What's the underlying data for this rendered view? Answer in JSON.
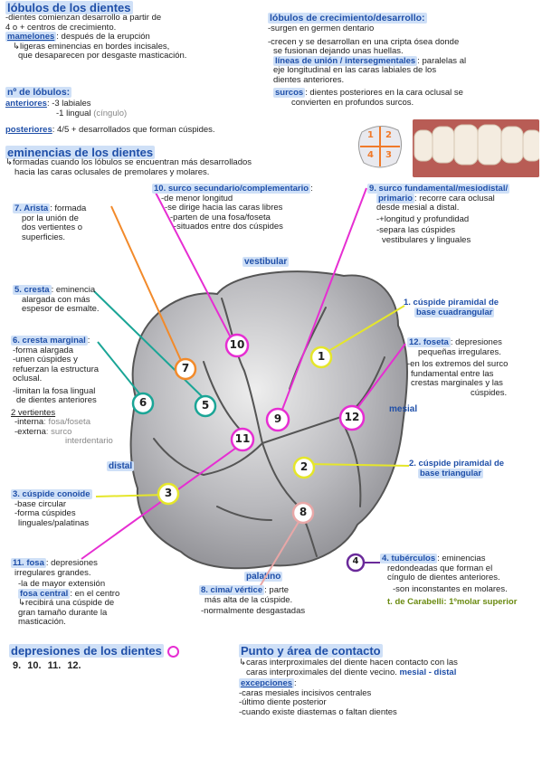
{
  "lobulos": {
    "title": "lóbulos de los dientes",
    "l1": "-dientes comienzan desarrollo a partir de",
    "l2": "4 o + centros de crecimiento.",
    "mamelones_label": "mamelones",
    "mamelones_text": ": después de la erupción",
    "l4": "ligeras eminencias en bordes incisales,",
    "l5": "que desaparecen por desgaste masticación."
  },
  "n_lobulos": {
    "title": "nº de lóbulos:",
    "anteriores_label": "anteriores",
    "a1": "-3 labiales",
    "a2": "-1 lingual",
    "a2b": "(cíngulo)",
    "posteriores_label": "posteriores",
    "posteriores_text": ": 4/5 + desarrollados que forman cúspides."
  },
  "crecimiento": {
    "title": "lóbulos de crecimiento/desarrollo:",
    "l1": "-surgen en germen dentario",
    "l2": "-crecen y se desarrollan en una cripta ósea donde",
    "l3": "se fusionan dejando unas huellas.",
    "lineas_label": "líneas de unión / intersegmentales",
    "lineas_text": ": paralelas al",
    "l5": "eje longitudinal en las caras labiales de los",
    "l6": "dientes anteriores.",
    "surcos_label": "surcos",
    "surcos_text": ": dientes posteriores en la cara oclusal se",
    "l8": "convierten en profundos surcos."
  },
  "eminencias": {
    "title": "eminencias de los dientes",
    "l1": "formadas cuando los lóbulos se encuentran más desarrollados",
    "l2": "hacia las caras oclusales de premolares y molares."
  },
  "items": {
    "i7_label": "7. Arista",
    "i7_text": ": formada",
    "i7_l2": "por la unión de",
    "i7_l3": "dos vertientes o",
    "i7_l4": "superficies.",
    "i10_label": "10. surco secundario/complementario",
    "i10_l1": "-de menor longitud",
    "i10_l2": "-se dirige hacia las caras libres",
    "i10_l3": "-parten de una fosa/foseta",
    "i10_l4": "-situados entre dos cúspides",
    "i9_label": "9. surco fundamental/mesiodistal/",
    "i9_label2": "primario",
    "i9_text": ": recorre cara oclusal",
    "i9_l2": "desde mesial a distal.",
    "i9_l3": "-+longitud y profundidad",
    "i9_l4": "-separa las cúspides",
    "i9_l5": "vestibulares y linguales",
    "i5_label": "5. cresta",
    "i5_text": ": eminencia",
    "i5_l2": "alargada con más",
    "i5_l3": "espesor de esmalte.",
    "i6_label": "6. cresta marginal",
    "i6_l1": "-forma alargada",
    "i6_l2": "-unen cúspides y",
    "i6_l3": "refuerzan la estructura",
    "i6_l4": "oclusal.",
    "i6_l5": "-limitan la fosa lingual",
    "i6_l6": "de dientes anteriores",
    "i6_v": "2 vertientes",
    "i6_int": "-interna",
    "i6_int2": ": fosa/foseta",
    "i6_ext": "-externa",
    "i6_ext2": ": surco",
    "i6_ext3": "interdentario",
    "i1_label": "1. cúspide piramidal de",
    "i1_l2": "base cuadrangular",
    "i12_label": "12. foseta",
    "i12_text": ": depresiones",
    "i12_l2": "pequeñas irregulares.",
    "i12_l3": "-en los extremos del surco",
    "i12_l4": "fundamental entre las",
    "i12_l5": "crestas marginales y las",
    "i12_l6": "cúspides.",
    "i2_label": "2. cúspide piramidal de",
    "i2_l2": "base triangular",
    "i3_label": "3. cúspide conoide",
    "i3_l1": "-base circular",
    "i3_l2": "-forma cúspides",
    "i3_l3": "linguales/palatinas",
    "i11_label": "11. fosa",
    "i11_text": ": depresiones",
    "i11_l2": "irregulares grandes.",
    "i11_l3": "-la de mayor extensión",
    "i11_fc": "fosa central",
    "i11_fc2": ": en el centro",
    "i11_l5": "recibirá una cúspide de",
    "i11_l6": "gran tamaño durante la",
    "i11_l7": "masticación.",
    "i8_label": "8. cima/ vértice",
    "i8_text": ": parte",
    "i8_l2": "más alta de la cúspide.",
    "i8_l3": "-normalmente desgastadas",
    "i4_label": "4. tubérculos",
    "i4_text": ": eminencias",
    "i4_l2": "redondeadas que forman el",
    "i4_l3": "cíngulo de dientes anteriores.",
    "i4_l4": "-son inconstantes en molares.",
    "i4_carab": "t. de Carabelli",
    "i4_carab2": ": 1ºmolar superior"
  },
  "diagram": {
    "vestibular": "vestibular",
    "mesial": "mesial",
    "distal": "distal",
    "palatino": "palatino",
    "n1": "1",
    "n2": "2",
    "n3": "3",
    "n4": "4",
    "n5": "5",
    "n6": "6",
    "n7": "7",
    "n8": "8",
    "n9": "9",
    "n10": "10",
    "n11": "11",
    "n12": "12",
    "quad1": "1",
    "quad2": "2",
    "quad3": "3",
    "quad4": "4"
  },
  "depresiones": {
    "title": "depresiones de los dientes",
    "list": "9.  10.  11.  12."
  },
  "contacto": {
    "title": "Punto y área de contacto",
    "l1": "caras interproximales del diente hacen contacto con las",
    "l2": "caras interproximales del diente vecino.",
    "l2b": "mesial - distal",
    "exc": "excepciones",
    "e1": "-caras mesiales incisivos centrales",
    "e2": "-último diente posterior",
    "e3": "-cuando existe diastemas o faltan dientes"
  },
  "colors": {
    "heading": "#1f4fa8",
    "highlight": "#cfe0f7",
    "c10": "#e62ed2",
    "c9": "#e62ed2",
    "c7": "#f28a2a",
    "c5": "#1aa596",
    "c6": "#1aa596",
    "c1": "#e5e62a",
    "c12": "#e62ed2",
    "c2": "#e5e62a",
    "c3": "#e5e62a",
    "c11": "#e62ed2",
    "c8": "#e8a7a7",
    "c4": "#6a2a9a"
  }
}
